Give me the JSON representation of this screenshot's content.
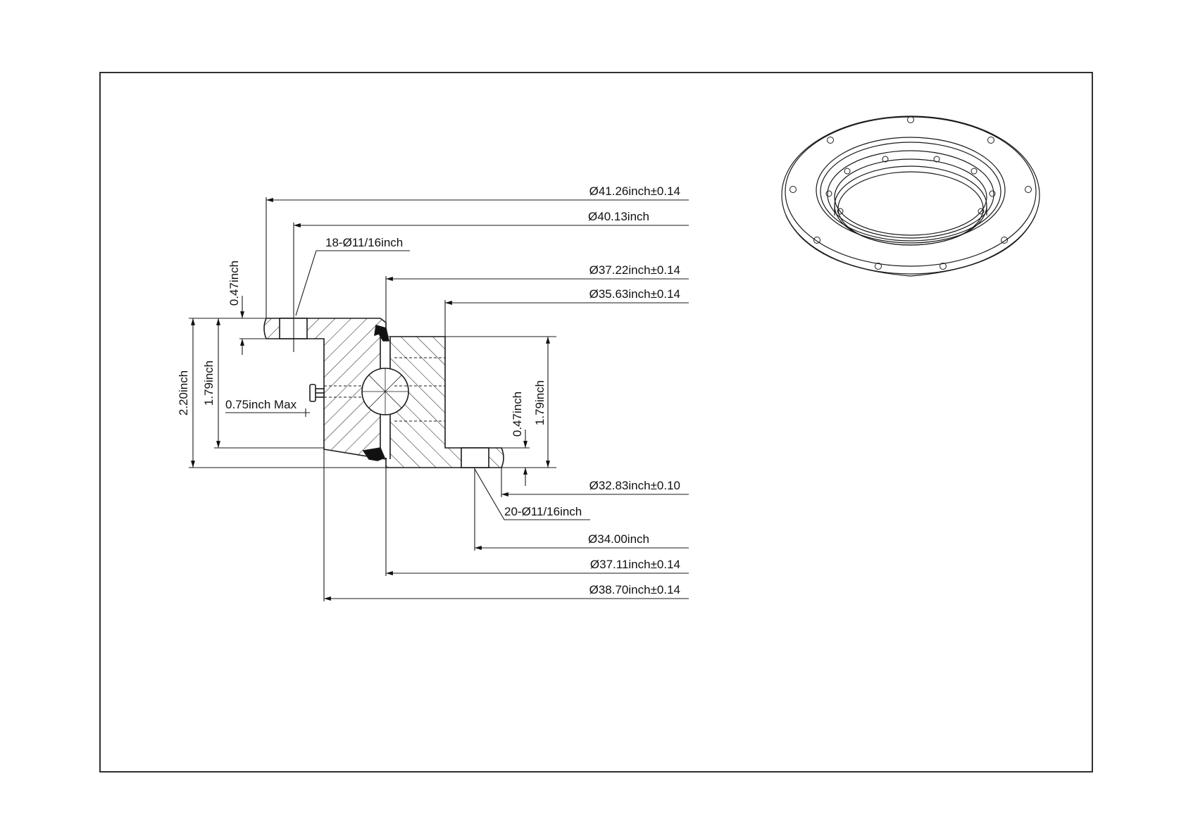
{
  "dimensions": {
    "od_flange": "Ø41.26inch±0.14",
    "outer_bolt_circle": "Ø40.13inch",
    "outer_holes": "18-Ø11/16inch",
    "outer_ring_id": "Ø37.22inch±0.14",
    "inner_ring_od": "Ø35.63inch±0.14",
    "inner_ring_id": "Ø32.83inch±0.10",
    "inner_holes": "20-Ø11/16inch",
    "inner_bolt_circle": "Ø34.00inch",
    "inner_ring_od_lower": "Ø37.11inch±0.14",
    "outer_ring_od_lower": "Ø38.70inch±0.14",
    "total_height": "2.20inch",
    "outer_ring_height": "1.79inch",
    "outer_flange_thickness": "0.47inch",
    "lube_fitting": "0.75inch Max",
    "inner_flange_thickness": "0.47inch",
    "inner_ring_height": "1.79inch"
  },
  "colors": {
    "line": "#1a1a1a",
    "seal": "#111111",
    "background": "#ffffff"
  }
}
